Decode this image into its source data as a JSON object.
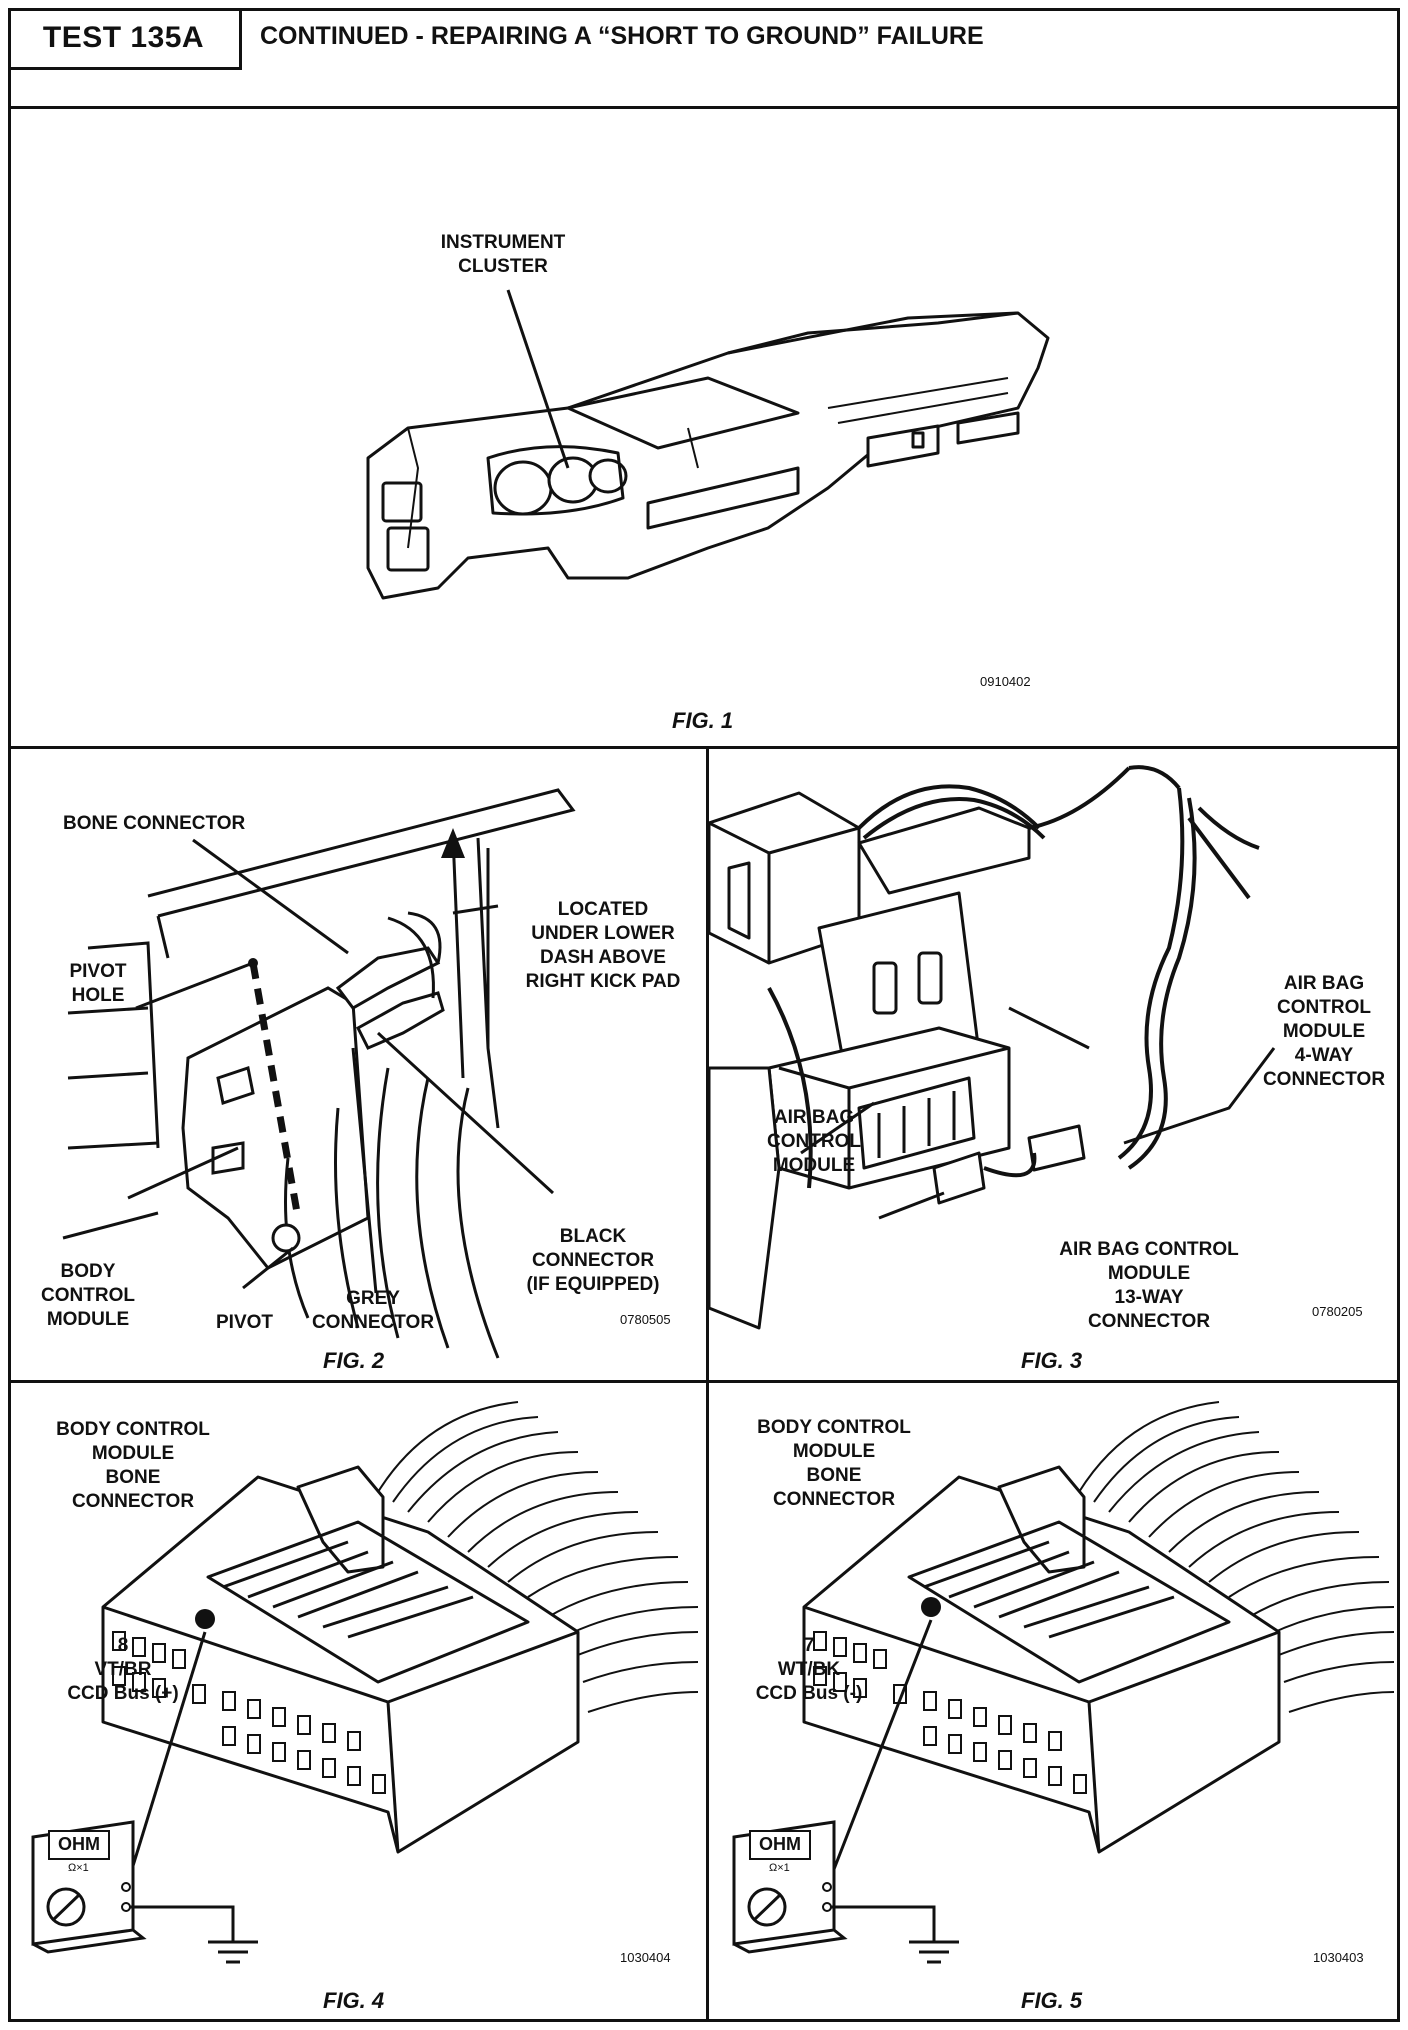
{
  "header": {
    "test_id": "TEST 135A",
    "title": "CONTINUED - REPAIRING A “SHORT TO GROUND” FAILURE"
  },
  "fig1": {
    "label_line1": "INSTRUMENT",
    "label_line2": "CLUSTER",
    "code": "0910402",
    "caption": "FIG. 1"
  },
  "fig2": {
    "bone_connector": "BONE CONNECTOR",
    "pivot_hole_1": "PIVOT",
    "pivot_hole_2": "HOLE",
    "located_1": "LOCATED",
    "located_2": "UNDER LOWER",
    "located_3": "DASH ABOVE",
    "located_4": "RIGHT KICK PAD",
    "bcm_1": "BODY",
    "bcm_2": "CONTROL",
    "bcm_3": "MODULE",
    "pivot": "PIVOT",
    "grey_1": "GREY",
    "grey_2": "CONNECTOR",
    "black_1": "BLACK",
    "black_2": "CONNECTOR",
    "black_3": "(IF EQUIPPED)",
    "code": "0780505",
    "caption": "FIG. 2"
  },
  "fig3": {
    "abcm4_1": "AIR BAG",
    "abcm4_2": "CONTROL",
    "abcm4_3": "MODULE",
    "abcm4_4": "4-WAY",
    "abcm4_5": "CONNECTOR",
    "abcm_1": "AIR BAG",
    "abcm_2": "CONTROL",
    "abcm_3": "MODULE",
    "abcm13_1": "AIR BAG CONTROL",
    "abcm13_2": "MODULE",
    "abcm13_3": "13-WAY",
    "abcm13_4": "CONNECTOR",
    "code": "0780205",
    "caption": "FIG. 3"
  },
  "fig4": {
    "title_1": "BODY CONTROL",
    "title_2": "MODULE",
    "title_3": "BONE",
    "title_4": "CONNECTOR",
    "pin": "8",
    "wire": "VT/BR",
    "signal": "CCD Bus (+)",
    "meter_display": "OHM",
    "meter_range": "Ω×1",
    "code": "1030404",
    "caption": "FIG. 4"
  },
  "fig5": {
    "title_1": "BODY CONTROL",
    "title_2": "MODULE",
    "title_3": "BONE",
    "title_4": "CONNECTOR",
    "pin": "7",
    "wire": "WT/BK",
    "signal": "CCD Bus (-)",
    "meter_display": "OHM",
    "meter_range": "Ω×1",
    "code": "1030403",
    "caption": "FIG. 5"
  }
}
